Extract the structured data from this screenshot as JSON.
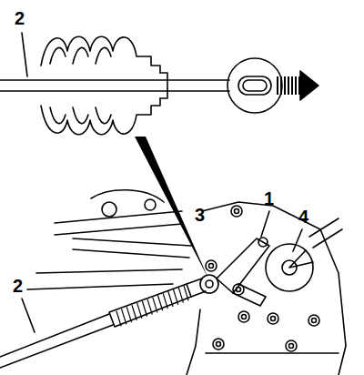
{
  "diagram": {
    "labels": [
      "2",
      "3",
      "1",
      "4",
      "2"
    ]
  }
}
